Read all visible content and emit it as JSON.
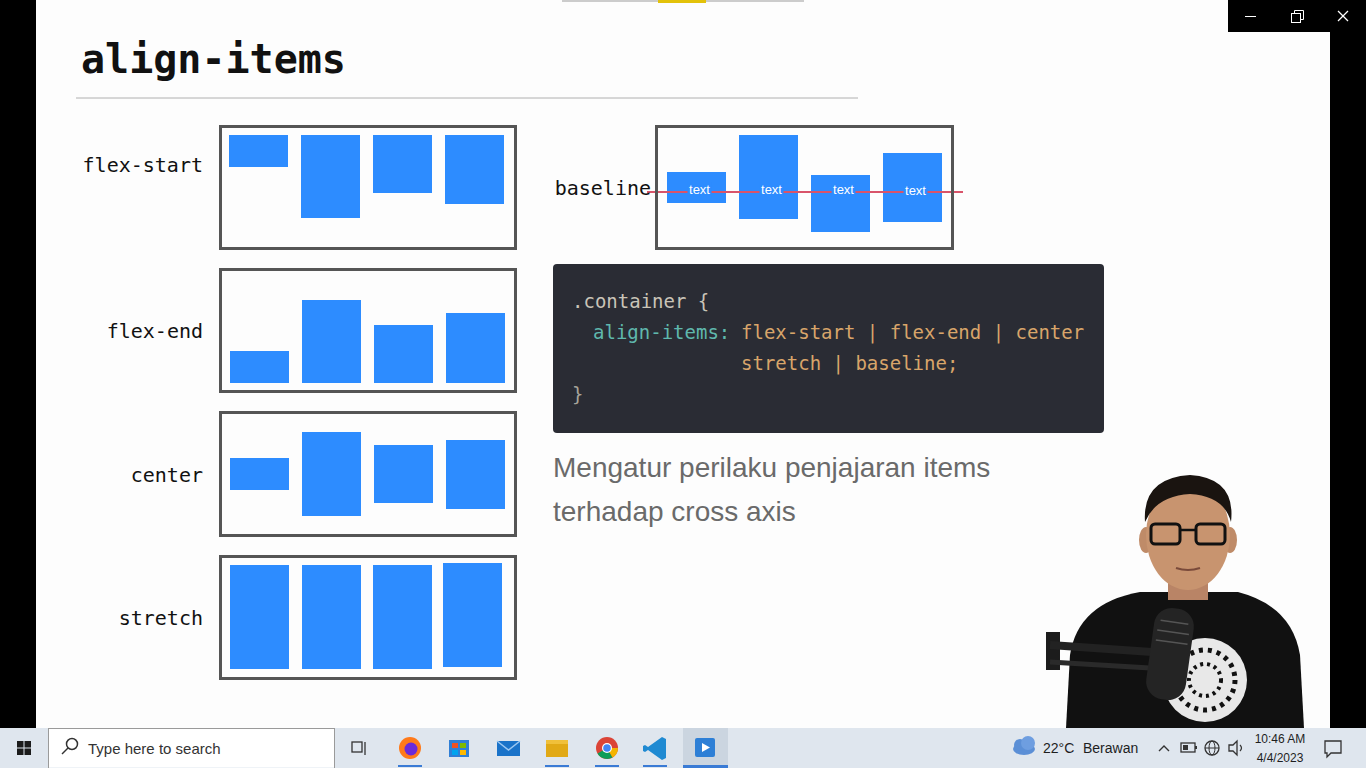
{
  "diagram": {
    "title": "align-items",
    "nodes": [
      {
        "text": [
          "flex-start"
        ]
      },
      {
        "text": [
          "baseline"
        ]
      },
      {
        "text": [
          "text"
        ],
        "in": 1
      },
      {
        "text": [
          "text"
        ],
        "in": 1
      },
      {
        "text": [
          "text"
        ],
        "in": 1
      },
      {
        "text": [
          "text"
        ],
        "in": 1
      },
      {
        "text": [
          ".container {",
          "align-items:",
          "flex-start | flex-end | center stretch | baseline;",
          "}"
        ]
      },
      {
        "text": [
          "flex-end"
        ]
      },
      {
        "text": [
          "center"
        ]
      },
      {
        "text": [
          "stretch"
        ]
      },
      {
        "text": [
          "Type here to search"
        ]
      }
    ],
    "labels": [
      "Mengatur perilaku penjajaran items terhadap cross axis",
      "22°C",
      "Berawan",
      "10:46 AM",
      "4/4/2023"
    ]
  }
}
